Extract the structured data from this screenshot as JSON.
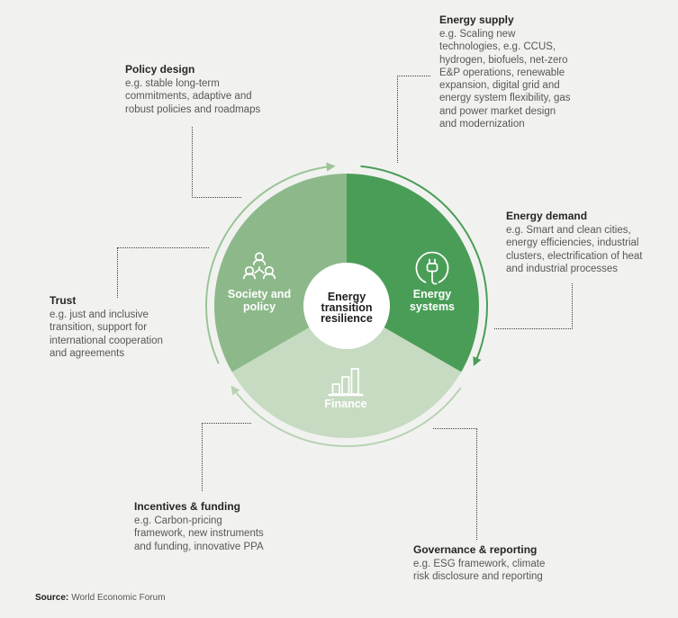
{
  "background": "#f1f2f0",
  "center": {
    "lines": [
      "Energy",
      "transition",
      "resilience"
    ],
    "bg": "#ffffff",
    "text_color": "#1d1d1b"
  },
  "wheel": {
    "flow_direction": "clockwise",
    "segments": [
      {
        "id": "energy-systems",
        "label_lines": [
          "Energy",
          "systems"
        ],
        "color": "#4a9d57",
        "arc_color": "#4a9d57",
        "icon": "plug-icon"
      },
      {
        "id": "finance",
        "label_lines": [
          "Finance"
        ],
        "color": "#c6dbc1",
        "arc_color": "#b7d2b2",
        "icon": "bar-chart-icon"
      },
      {
        "id": "society-policy",
        "label_lines": [
          "Society and",
          "policy"
        ],
        "color": "#8db98a",
        "arc_color": "#9bc497",
        "icon": "people-icon"
      }
    ]
  },
  "notes": {
    "policy_design": {
      "heading": "Policy design",
      "body": [
        "e.g. stable long-term",
        "commitments, adaptive and",
        "robust policies and roadmaps"
      ]
    },
    "energy_supply": {
      "heading": "Energy supply",
      "body": [
        "e.g. Scaling new",
        "technologies, e.g. CCUS,",
        "hydrogen, biofuels, net-zero",
        "E&P operations, renewable",
        "expansion, digital grid and",
        "energy system flexibility, gas",
        "and power market design",
        "and modernization"
      ]
    },
    "energy_demand": {
      "heading": "Energy demand",
      "body": [
        "e.g. Smart and clean cities,",
        "energy efficiencies, industrial",
        "clusters, electrification of heat",
        "and industrial processes"
      ]
    },
    "trust": {
      "heading": "Trust",
      "body": [
        "e.g. just and inclusive",
        "transition, support for",
        "international cooperation",
        "and agreements"
      ]
    },
    "incentives_funding": {
      "heading": "Incentives & funding",
      "body": [
        "e.g. Carbon-pricing",
        "framework, new instruments",
        "and funding, innovative PPA"
      ]
    },
    "governance_reporting": {
      "heading": "Governance & reporting",
      "body": [
        "e.g. ESG framework, climate",
        "risk disclosure and reporting"
      ]
    }
  },
  "source": {
    "label": "Source:",
    "text": "World Economic Forum"
  }
}
